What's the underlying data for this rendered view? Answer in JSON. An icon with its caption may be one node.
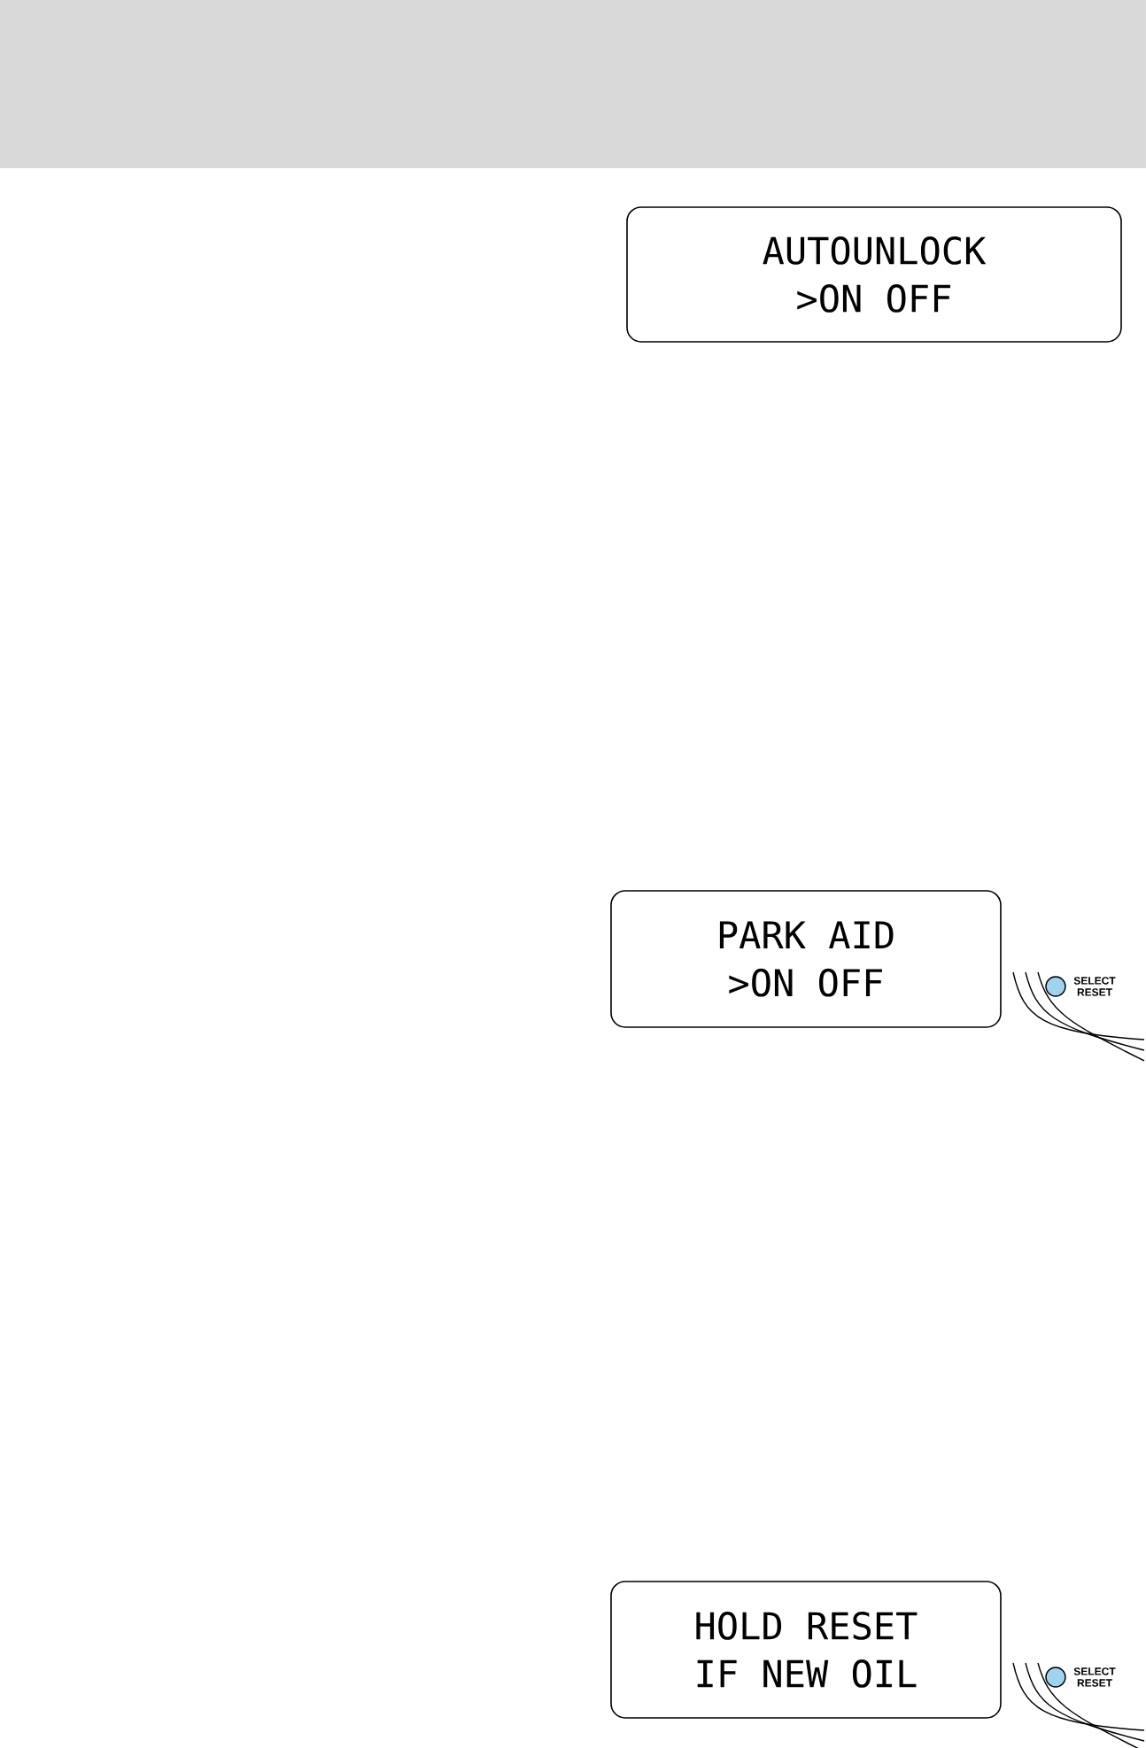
{
  "diagram": {
    "nodes": [
      {
        "text": [
          "AUTOUNLOCK",
          ">ON OFF"
        ]
      },
      {
        "text": [
          "PARK AID",
          ">ON OFF"
        ]
      },
      {
        "text": [
          "HOLD RESET",
          "IF NEW OIL"
        ]
      }
    ],
    "labels": [
      "SELECT RESET",
      "SELECT RESET"
    ]
  }
}
